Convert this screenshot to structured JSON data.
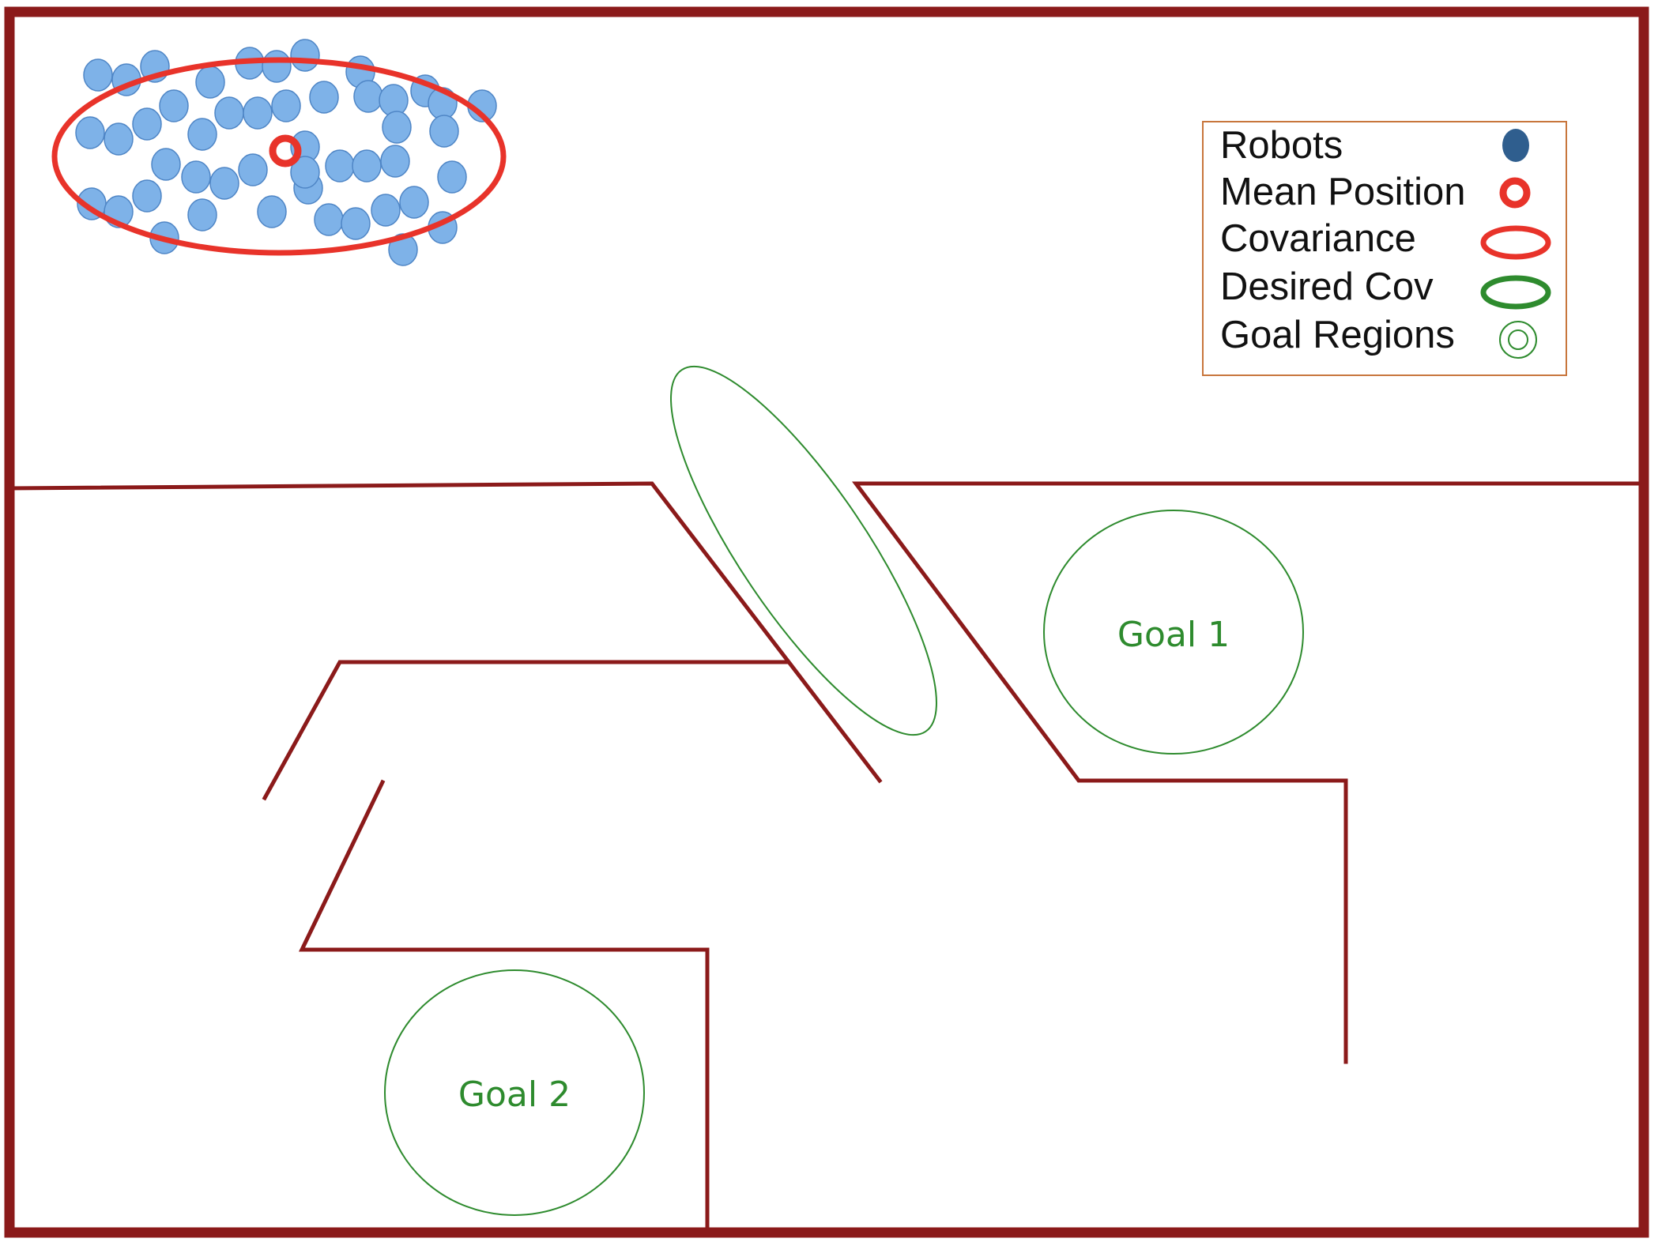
{
  "colors": {
    "wall": "#8B1A1A",
    "robot_fill": "#7EB2E8",
    "robot_stroke": "#4F86C6",
    "covariance": "#E8332A",
    "desired_cov": "#2E8B2E",
    "goal": "#2E8B2E",
    "legend_border": "#C8763C",
    "legend_robot": "#2F5E8E",
    "text": "#111111"
  },
  "legend": {
    "items": [
      {
        "label": "Robots",
        "symbol": "robot-dot-icon"
      },
      {
        "label": "Mean Position",
        "symbol": "mean-position-icon"
      },
      {
        "label": "Covariance",
        "symbol": "covariance-ellipse-icon"
      },
      {
        "label": "Desired Cov",
        "symbol": "desired-cov-ellipse-icon"
      },
      {
        "label": "Goal Regions",
        "symbol": "goal-regions-icon"
      }
    ]
  },
  "goals": [
    {
      "label": "Goal 1"
    },
    {
      "label": "Goal 2"
    }
  ]
}
